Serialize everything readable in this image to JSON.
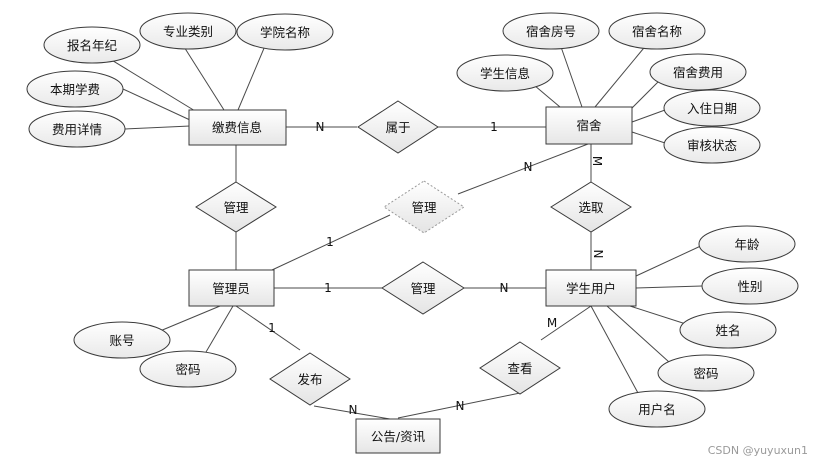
{
  "entities": {
    "payment": "缴费信息",
    "dorm": "宿舍",
    "admin": "管理员",
    "student": "学生用户",
    "notice": "公告/资讯"
  },
  "relationships": {
    "belongs": "属于",
    "admin_payment": "管理",
    "admin_dorm": "管理",
    "admin_student": "管理",
    "select": "选取",
    "publish": "发布",
    "view": "查看"
  },
  "attributes": {
    "payment": [
      "报名年纪",
      "专业类别",
      "学院名称",
      "本期学费",
      "费用详情"
    ],
    "dorm": [
      "学生信息",
      "宿舍房号",
      "宿舍名称",
      "宿舍费用",
      "入住日期",
      "审核状态"
    ],
    "student": [
      "年龄",
      "性别",
      "姓名",
      "密码",
      "用户名"
    ],
    "admin": [
      "账号",
      "密码"
    ]
  },
  "cardinalities": {
    "payment_belongs": "N",
    "belongs_dorm": "1",
    "admin_dorm_rel": "1",
    "dorm_rel_dorm": "N",
    "dorm_select": "M",
    "select_student": "N",
    "admin_rel_student": "1",
    "rel_student": "N",
    "admin_publish": "1",
    "publish_notice": "N",
    "view_notice": "N",
    "student_view": "M"
  },
  "watermark": "CSDN @yuyuxun1"
}
